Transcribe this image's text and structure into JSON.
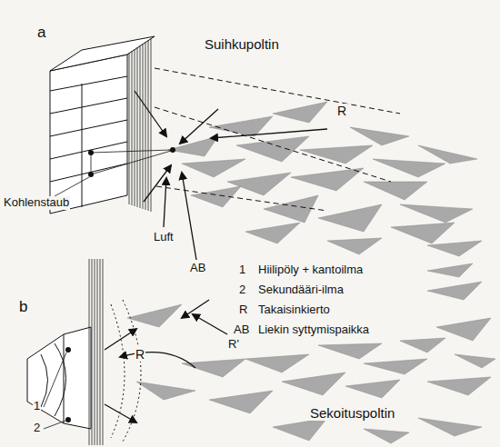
{
  "diagram": {
    "labels": [
      "a",
      "Suihkupoltin",
      "R",
      "Kohlenstaub",
      "Luft",
      "AB",
      "1",
      "Hiilipöly + kantoilma",
      "2",
      "Sekundääri-ilma",
      "R",
      "Takaisinkierto",
      "AB",
      "Liekin syttymispaikka",
      "R'",
      "b",
      "R",
      "1",
      "2",
      "Sekoituspoltin"
    ]
  }
}
